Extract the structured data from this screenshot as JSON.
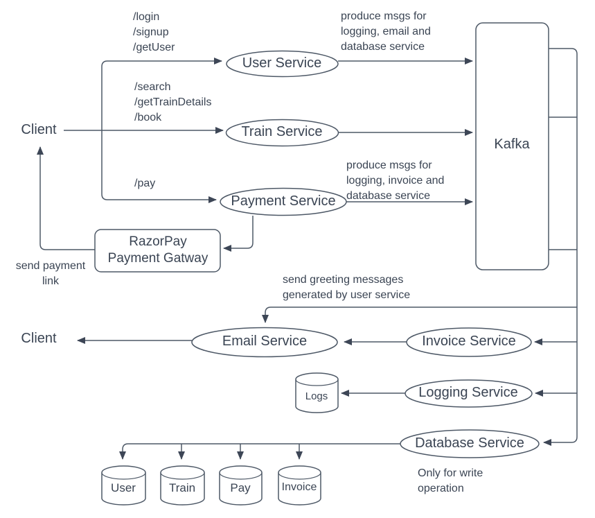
{
  "colors": {
    "background": "#ffffff",
    "stroke": "#4d5866",
    "text": "#3a4453",
    "arrow": "#3d4656"
  },
  "clients": {
    "top": "Client",
    "bottom": "Client"
  },
  "services": {
    "user": "User Service",
    "train": "Train Service",
    "payment": "Payment Service",
    "kafka": "Kafka",
    "razorpay": "RazorPay\nPayment Gatway",
    "email": "Email Service",
    "invoice": "Invoice Service",
    "logging": "Logging Service",
    "database": "Database Service"
  },
  "datastores": {
    "logs": "Logs",
    "user": "User",
    "train": "Train",
    "pay": "Pay",
    "invoice": "Invoice"
  },
  "annotations": {
    "user_routes": "/login\n/signup\n/getUser",
    "train_routes": "/search\n/getTrainDetails\n/book",
    "pay_route": "/pay",
    "produce_user": "produce msgs for\nlogging, email and\ndatabase service",
    "produce_payment": "produce msgs for\nlogging, invoice and\ndatabase service",
    "send_greeting": "send greeting messages\ngenerated by user service",
    "send_payment_link": "send payment\nlink",
    "write_only": "Only for write\noperation"
  }
}
